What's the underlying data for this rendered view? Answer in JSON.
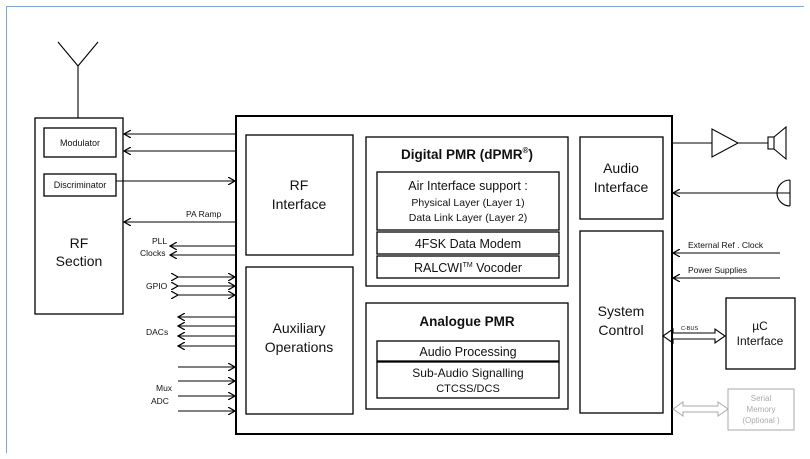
{
  "rf_section": {
    "label_1": "RF",
    "label_2": "Section",
    "modulator": "Modulator",
    "discriminator": "Discriminator"
  },
  "left_signals": {
    "pa_ramp": "PA Ramp",
    "pll": "PLL",
    "clocks": "Clocks",
    "gpio": "GPIO",
    "dacs": "DACs",
    "mux": "Mux",
    "adc": "ADC"
  },
  "rf_interface": {
    "line1": "RF",
    "line2": "Interface"
  },
  "aux_ops": {
    "line1": "Auxiliary",
    "line2": "Operations"
  },
  "dpmr": {
    "title": "Digital PMR (dPMR",
    "title_sup": "®",
    "title_close": ")",
    "air_title": "Air Interface support :",
    "air_line1": "Physical Layer (Layer 1)",
    "air_line2": "Data Link Layer (Layer 2)",
    "modem": "4FSK Data Modem",
    "vocoder_a": "RALCWI",
    "vocoder_tm": "TM",
    "vocoder_b": " Vocoder"
  },
  "analogue": {
    "title": "Analogue PMR",
    "audio_processing": "Audio Processing",
    "sub_audio_1": "Sub-Audio Signalling",
    "sub_audio_2": "CTCSS/DCS"
  },
  "audio_interface": {
    "line1": "Audio",
    "line2": "Interface"
  },
  "system_control": {
    "line1": "System",
    "line2": "Control"
  },
  "right_signals": {
    "ext_clock": "External Ref . Clock",
    "power": "Power Supplies",
    "cbus": "C-BUS"
  },
  "uc_interface": {
    "line1": "µC",
    "line2": "Interface"
  },
  "serial_memory": {
    "line1": "Serial",
    "line2": "Memory",
    "line3": "(Optional )"
  },
  "colors": {
    "frame": "#7fa8d8",
    "optional": "#aaaaaa"
  }
}
